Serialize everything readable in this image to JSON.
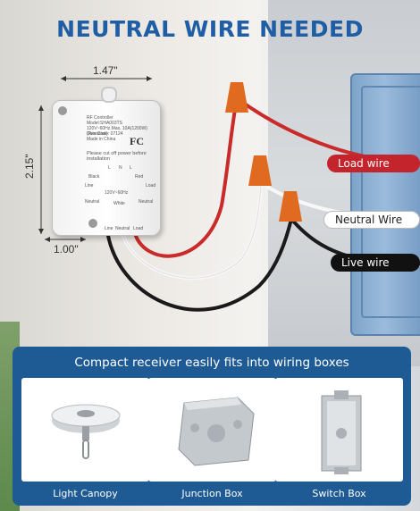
{
  "headline": "NEUTRAL WIRE NEEDED",
  "dimensions": {
    "width": "1.47\"",
    "height": "2.15\"",
    "depth": "1.00\""
  },
  "receiver": {
    "line1": "RF Controller",
    "line2": "Model:SHA003TS",
    "line3": "120V~60Hz,Max. 10A(1200W)(Resistive)",
    "line4": "Date Code: 07124",
    "line5": "Made in China",
    "fcc": "FC",
    "warning": "Please cut off power before installation",
    "black": "Black",
    "red": "Red",
    "line_label": "Line",
    "load_label": "Load",
    "white": "White",
    "neutral": "Neutral",
    "voltage": "120V~60Hz",
    "terminals": [
      "L",
      "N",
      "L"
    ],
    "bottom_labels": [
      "Line",
      "Neutral",
      "Load"
    ]
  },
  "wire_labels": {
    "load": "Load wire",
    "neutral": "Neutral Wire",
    "live": "Live wire"
  },
  "colors": {
    "headline": "#1f5ea5",
    "panel": "#1e5a94",
    "load_pill": "#c4242b",
    "neutral_pill": "#ffffff",
    "live_pill": "#111111",
    "wire_red": "#c92a2a",
    "wire_black": "#1a1a1a",
    "wire_white": "#f7f7f7",
    "wire_nut": "#e06a1f"
  },
  "panel": {
    "title": "Compact receiver easily fits into wiring boxes",
    "items": [
      {
        "caption": "Light Canopy"
      },
      {
        "caption": "Junction Box"
      },
      {
        "caption": "Switch Box"
      }
    ]
  }
}
